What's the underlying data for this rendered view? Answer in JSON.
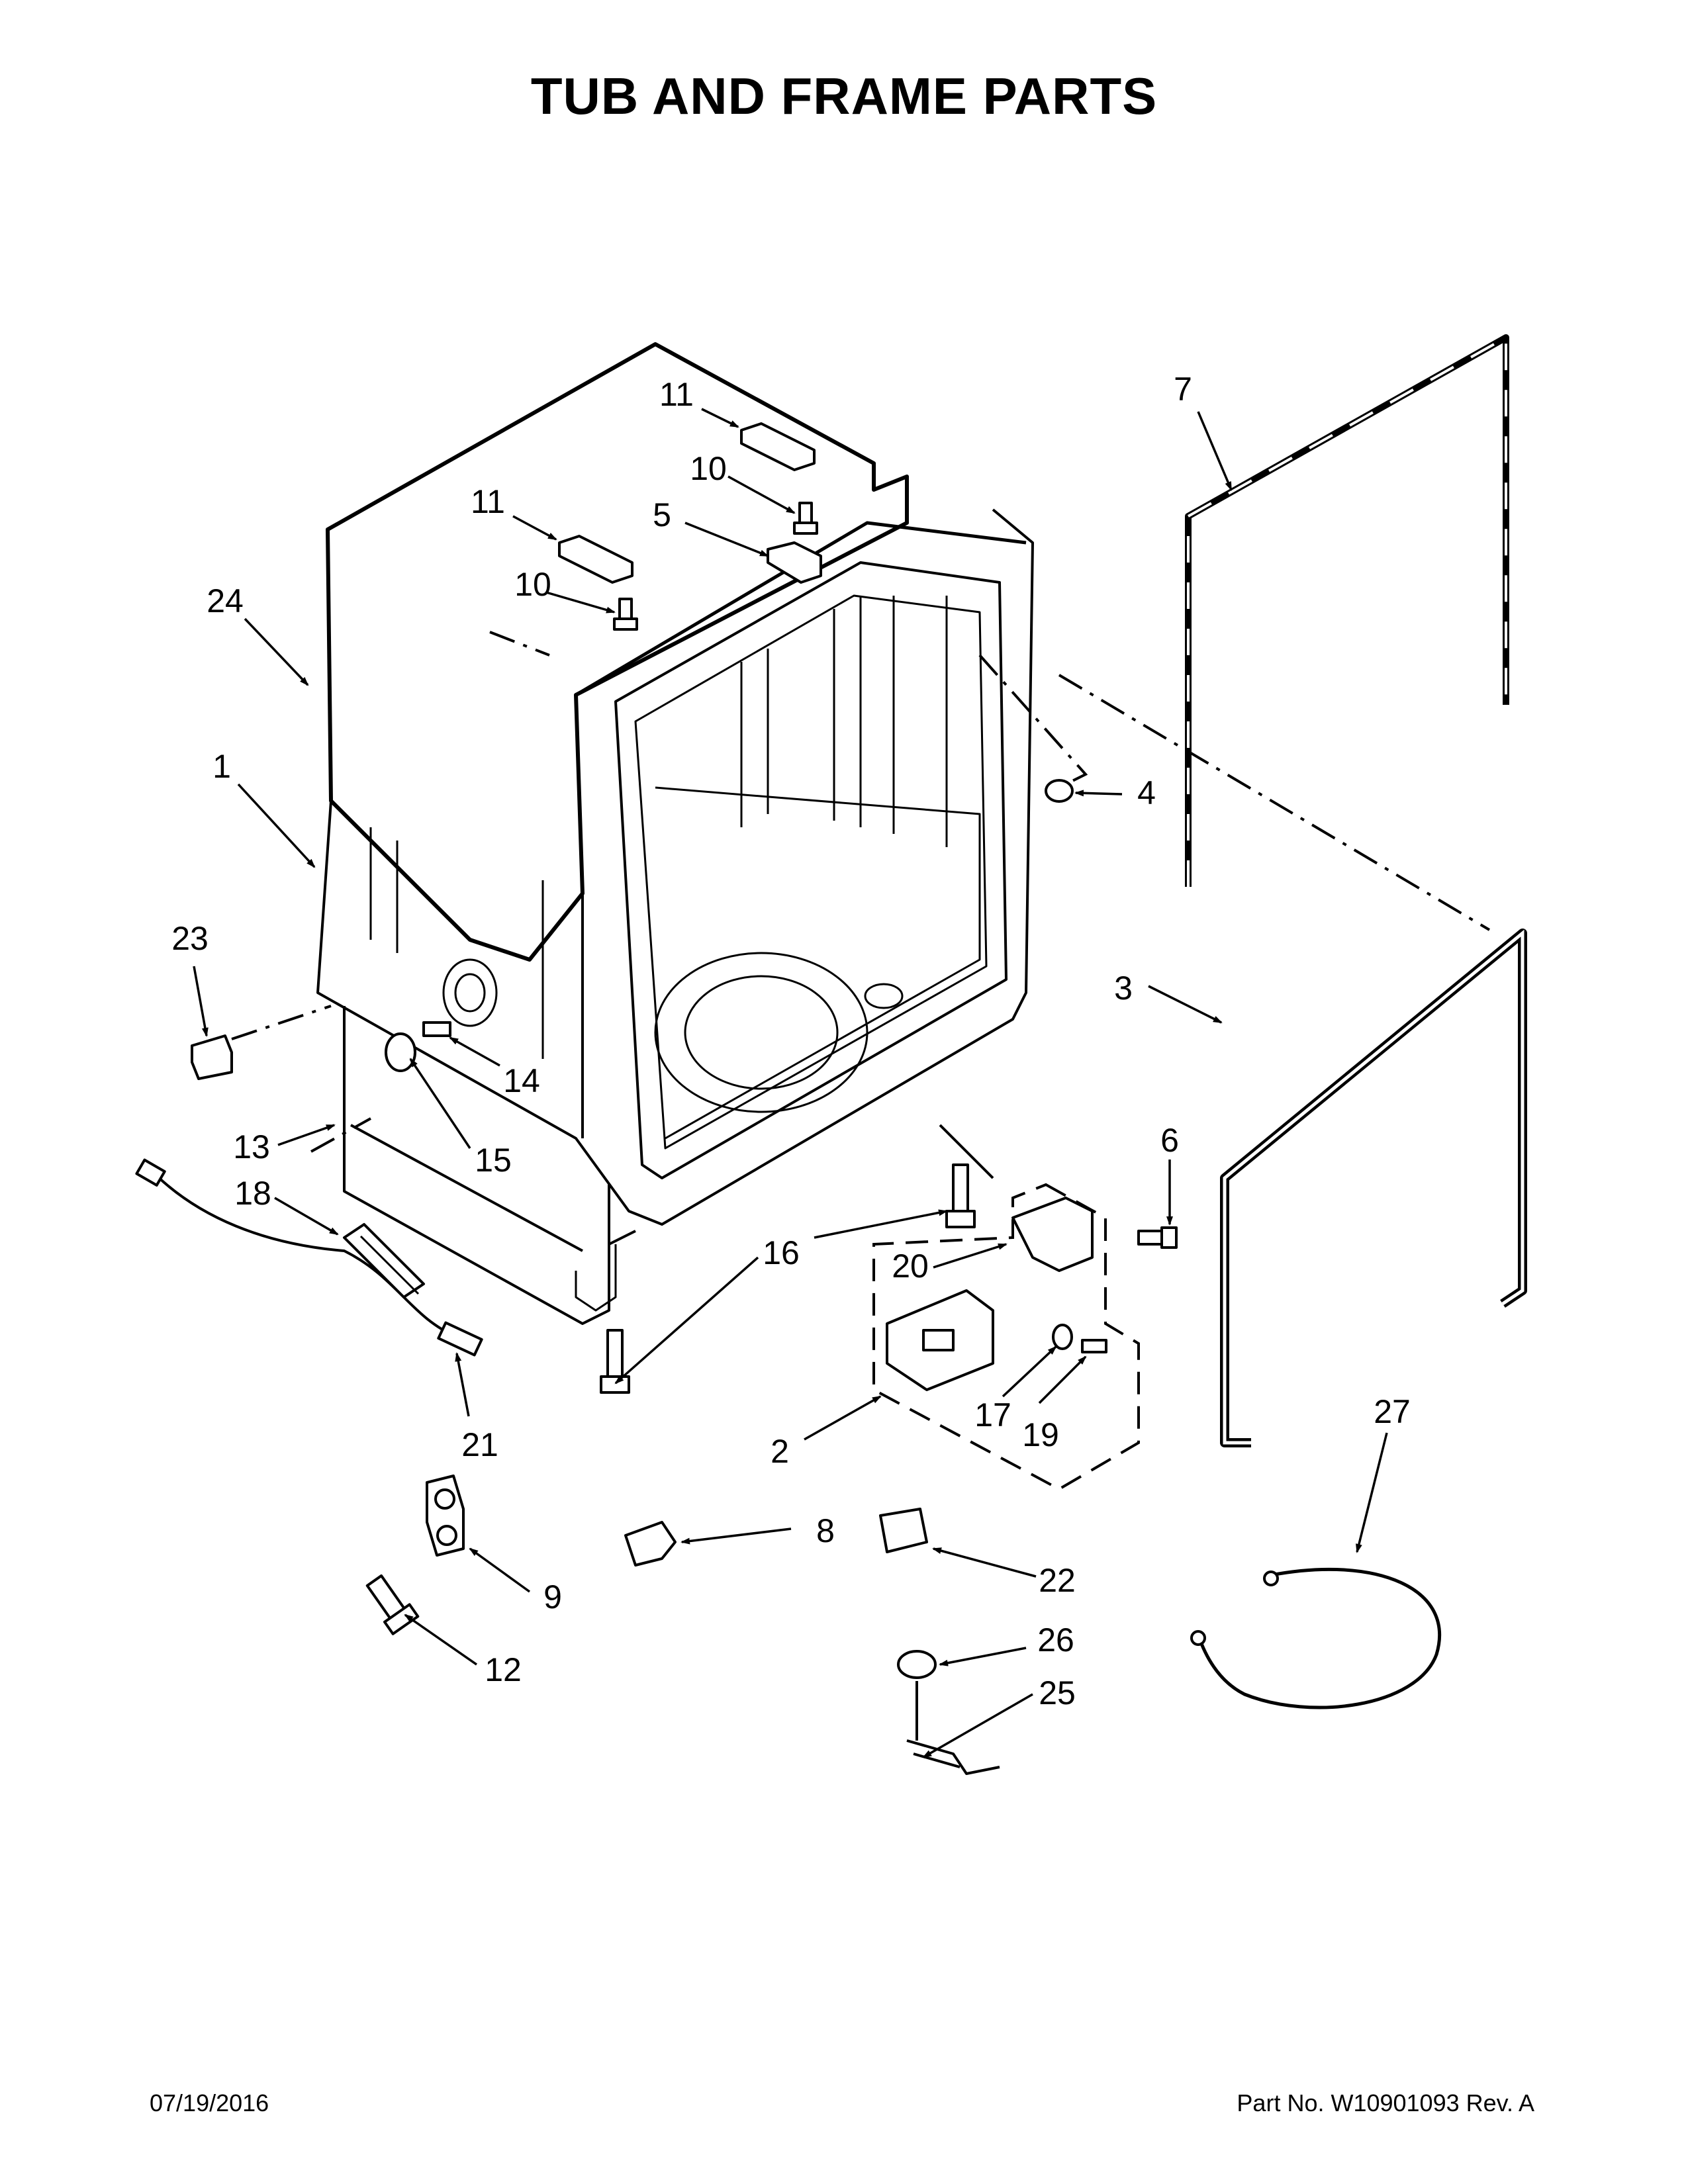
{
  "title": "TUB AND FRAME PARTS",
  "footer": {
    "date": "07/19/2016",
    "part_number": "Part No.  W10901093  Rev.  A"
  },
  "callouts": [
    {
      "id": "c11a",
      "label": "11"
    },
    {
      "id": "c10a",
      "label": "10"
    },
    {
      "id": "c11b",
      "label": "11"
    },
    {
      "id": "c5",
      "label": "5"
    },
    {
      "id": "c10b",
      "label": "10"
    },
    {
      "id": "c24",
      "label": "24"
    },
    {
      "id": "c7",
      "label": "7"
    },
    {
      "id": "c1",
      "label": "1"
    },
    {
      "id": "c4",
      "label": "4"
    },
    {
      "id": "c23",
      "label": "23"
    },
    {
      "id": "c3",
      "label": "3"
    },
    {
      "id": "c13",
      "label": "13"
    },
    {
      "id": "c14",
      "label": "14"
    },
    {
      "id": "c15",
      "label": "15"
    },
    {
      "id": "c6",
      "label": "6"
    },
    {
      "id": "c18",
      "label": "18"
    },
    {
      "id": "c16",
      "label": "16"
    },
    {
      "id": "c20",
      "label": "20"
    },
    {
      "id": "c17",
      "label": "17"
    },
    {
      "id": "c19",
      "label": "19"
    },
    {
      "id": "c2",
      "label": "2"
    },
    {
      "id": "c21",
      "label": "21"
    },
    {
      "id": "c27",
      "label": "27"
    },
    {
      "id": "c8",
      "label": "8"
    },
    {
      "id": "c22",
      "label": "22"
    },
    {
      "id": "c9",
      "label": "9"
    },
    {
      "id": "c12",
      "label": "12"
    },
    {
      "id": "c26",
      "label": "26"
    },
    {
      "id": "c25",
      "label": "25"
    }
  ]
}
